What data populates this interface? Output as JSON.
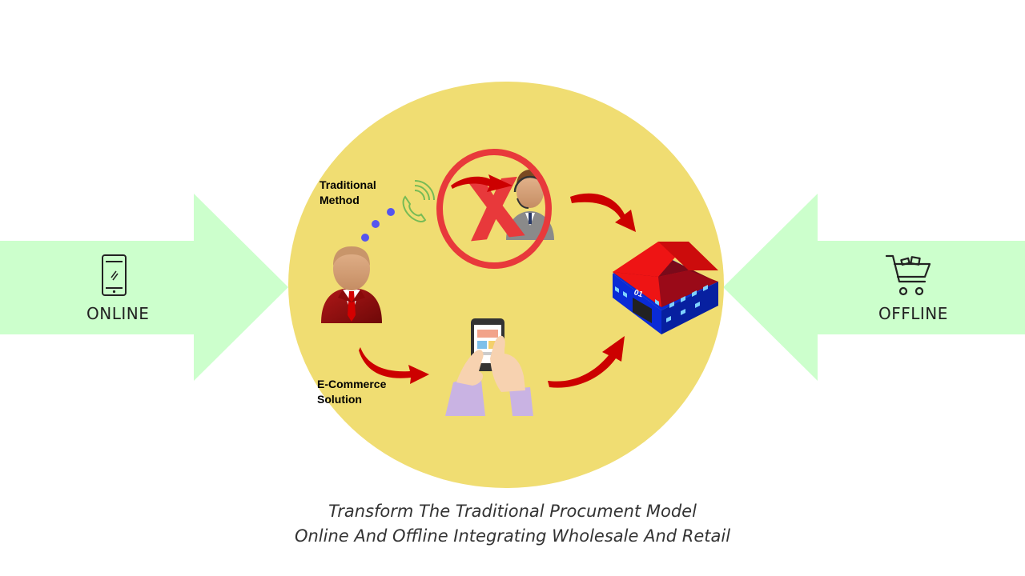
{
  "left_panel": {
    "label": "ONLINE",
    "icon": "smartphone-icon"
  },
  "right_panel": {
    "label": "OFFLINE",
    "icon": "shopping-cart-icon"
  },
  "diagram": {
    "traditional_label_line1": "Traditional",
    "traditional_label_line2": "Method",
    "ecommerce_label_line1": "E-Commerce",
    "ecommerce_label_line2": "Solution",
    "warehouse_number": "01"
  },
  "caption": {
    "line1": "Transform The Traditional Procument Model",
    "line2": "Online And Offline Integrating Wholesale And Retail"
  },
  "colors": {
    "arrow_fill": "#ccffcc",
    "circle_fill": "#f0dd72",
    "prohibit_red": "#e8393b",
    "flow_arrow_red": "#cc0000",
    "warehouse_roof": "#e01010",
    "warehouse_wall": "#0a2bd6"
  }
}
